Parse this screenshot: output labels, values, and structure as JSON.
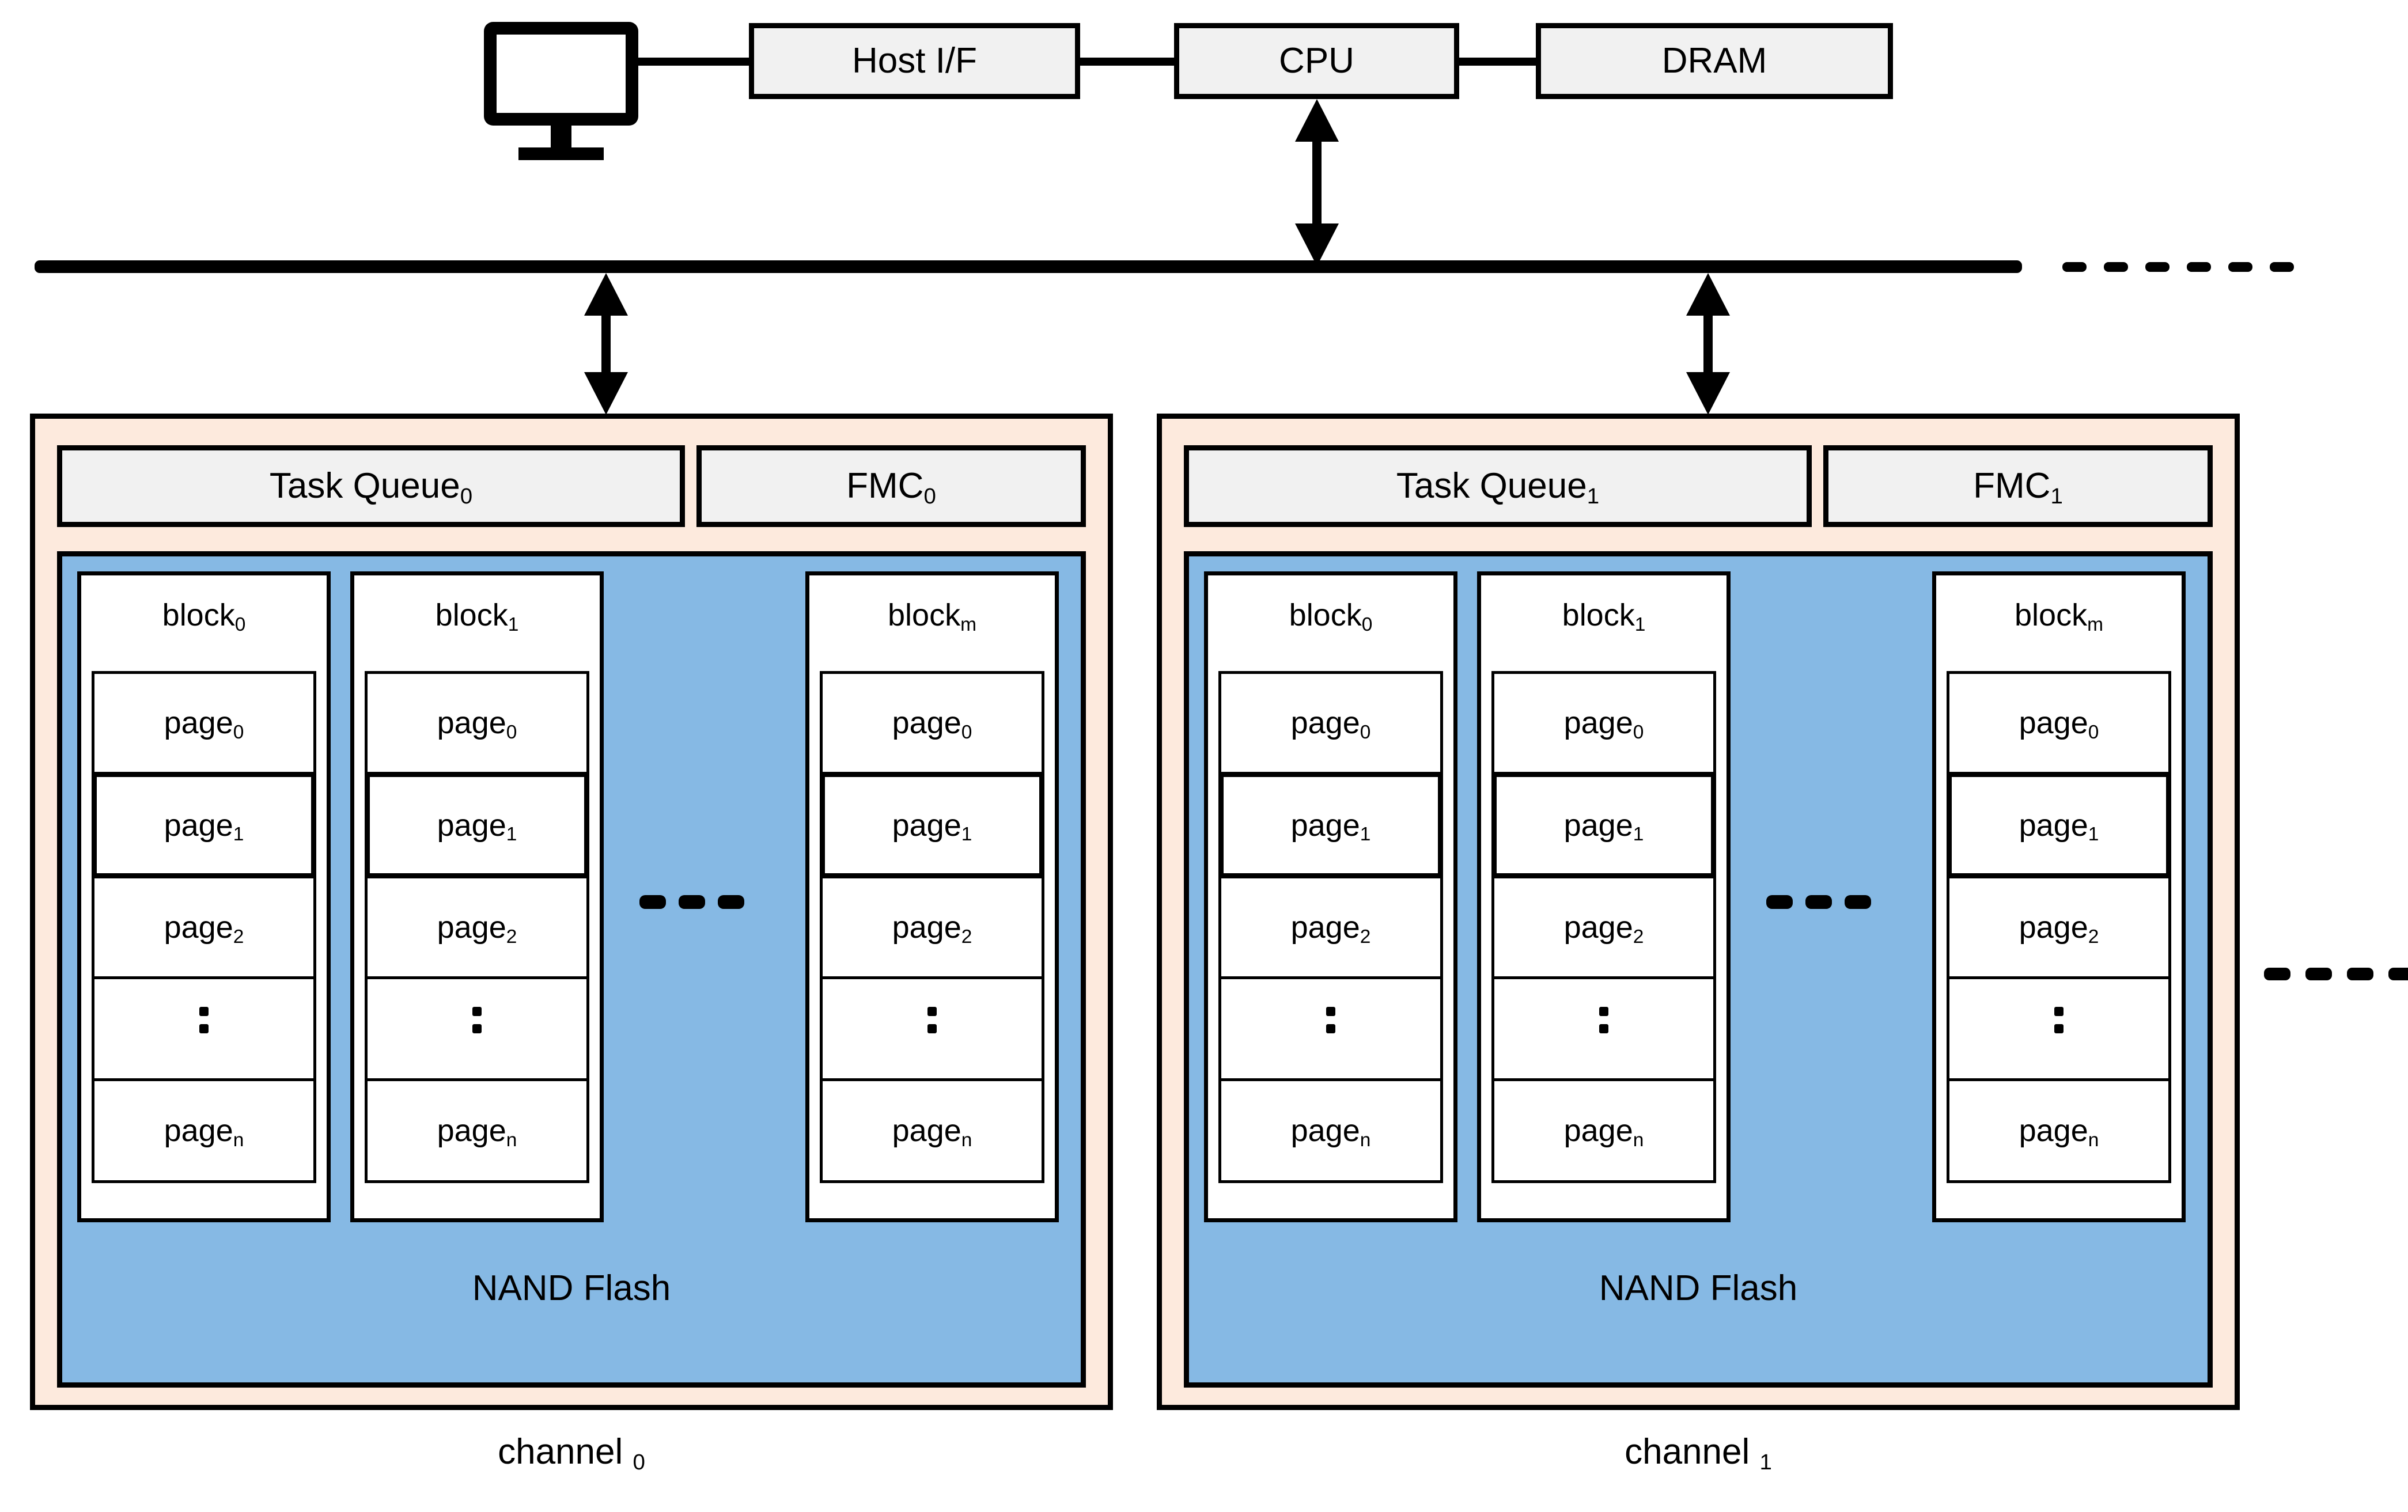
{
  "diagram": {
    "title": "SSD internal architecture with multiple NAND flash channels",
    "colors": {
      "channel_fill": "#fdeadd",
      "nand_fill": "#86b9e4",
      "box_fill": "#f1f1f1",
      "stroke": "#000000",
      "block_fill": "#ffffff"
    }
  },
  "top_row": {
    "host_icon": "monitor-icon",
    "boxes": [
      {
        "id": "host-if",
        "label": "Host I/F"
      },
      {
        "id": "cpu",
        "label": "CPU"
      },
      {
        "id": "dram",
        "label": "DRAM"
      }
    ]
  },
  "bus": {
    "name": "internal-bus",
    "continuation_dashes": 6
  },
  "arrows": {
    "cpu_to_bus": "bidirectional",
    "bus_to_channel0": "bidirectional",
    "bus_to_channel1": "bidirectional"
  },
  "channels": [
    {
      "id": "channel-0",
      "caption_text": "channel",
      "caption_sub": "0",
      "task_queue": {
        "text": "Task Queue",
        "sub": "0"
      },
      "fmc": {
        "text": "FMC",
        "sub": "0"
      },
      "nand_label": "NAND Flash",
      "blocks": [
        {
          "title_text": "block",
          "title_sub": "0",
          "pages": [
            {
              "text": "page",
              "sub": "0",
              "emphasis": false
            },
            {
              "text": "page",
              "sub": "1",
              "emphasis": true
            },
            {
              "text": "page",
              "sub": "2",
              "emphasis": false
            },
            {
              "text": "",
              "sub": "",
              "emphasis": false,
              "vdots": true
            },
            {
              "text": "page",
              "sub": "n",
              "emphasis": false
            }
          ]
        },
        {
          "title_text": "block",
          "title_sub": "1",
          "pages": [
            {
              "text": "page",
              "sub": "0",
              "emphasis": false
            },
            {
              "text": "page",
              "sub": "1",
              "emphasis": true
            },
            {
              "text": "page",
              "sub": "2",
              "emphasis": false
            },
            {
              "text": "",
              "sub": "",
              "emphasis": false,
              "vdots": true
            },
            {
              "text": "page",
              "sub": "n",
              "emphasis": false
            }
          ]
        },
        {
          "title_text": "block",
          "title_sub": "m",
          "pages": [
            {
              "text": "page",
              "sub": "0",
              "emphasis": false
            },
            {
              "text": "page",
              "sub": "1",
              "emphasis": true
            },
            {
              "text": "page",
              "sub": "2",
              "emphasis": false
            },
            {
              "text": "",
              "sub": "",
              "emphasis": false,
              "vdots": true
            },
            {
              "text": "page",
              "sub": "n",
              "emphasis": false
            }
          ]
        }
      ],
      "block_ellipsis_dots": 3
    },
    {
      "id": "channel-1",
      "caption_text": "channel",
      "caption_sub": "1",
      "task_queue": {
        "text": "Task Queue",
        "sub": "1"
      },
      "fmc": {
        "text": "FMC",
        "sub": "1"
      },
      "nand_label": "NAND Flash",
      "blocks": [
        {
          "title_text": "block",
          "title_sub": "0",
          "pages": [
            {
              "text": "page",
              "sub": "0",
              "emphasis": false
            },
            {
              "text": "page",
              "sub": "1",
              "emphasis": true
            },
            {
              "text": "page",
              "sub": "2",
              "emphasis": false
            },
            {
              "text": "",
              "sub": "",
              "emphasis": false,
              "vdots": true
            },
            {
              "text": "page",
              "sub": "n",
              "emphasis": false
            }
          ]
        },
        {
          "title_text": "block",
          "title_sub": "1",
          "pages": [
            {
              "text": "page",
              "sub": "0",
              "emphasis": false
            },
            {
              "text": "page",
              "sub": "1",
              "emphasis": true
            },
            {
              "text": "page",
              "sub": "2",
              "emphasis": false
            },
            {
              "text": "",
              "sub": "",
              "emphasis": false,
              "vdots": true
            },
            {
              "text": "page",
              "sub": "n",
              "emphasis": false
            }
          ]
        },
        {
          "title_text": "block",
          "title_sub": "m",
          "pages": [
            {
              "text": "page",
              "sub": "0",
              "emphasis": false
            },
            {
              "text": "page",
              "sub": "1",
              "emphasis": true
            },
            {
              "text": "page",
              "sub": "2",
              "emphasis": false
            },
            {
              "text": "",
              "sub": "",
              "emphasis": false,
              "vdots": true
            },
            {
              "text": "page",
              "sub": "n",
              "emphasis": false
            }
          ]
        }
      ],
      "block_ellipsis_dots": 3
    }
  ],
  "right_continuation_dashes": 5
}
